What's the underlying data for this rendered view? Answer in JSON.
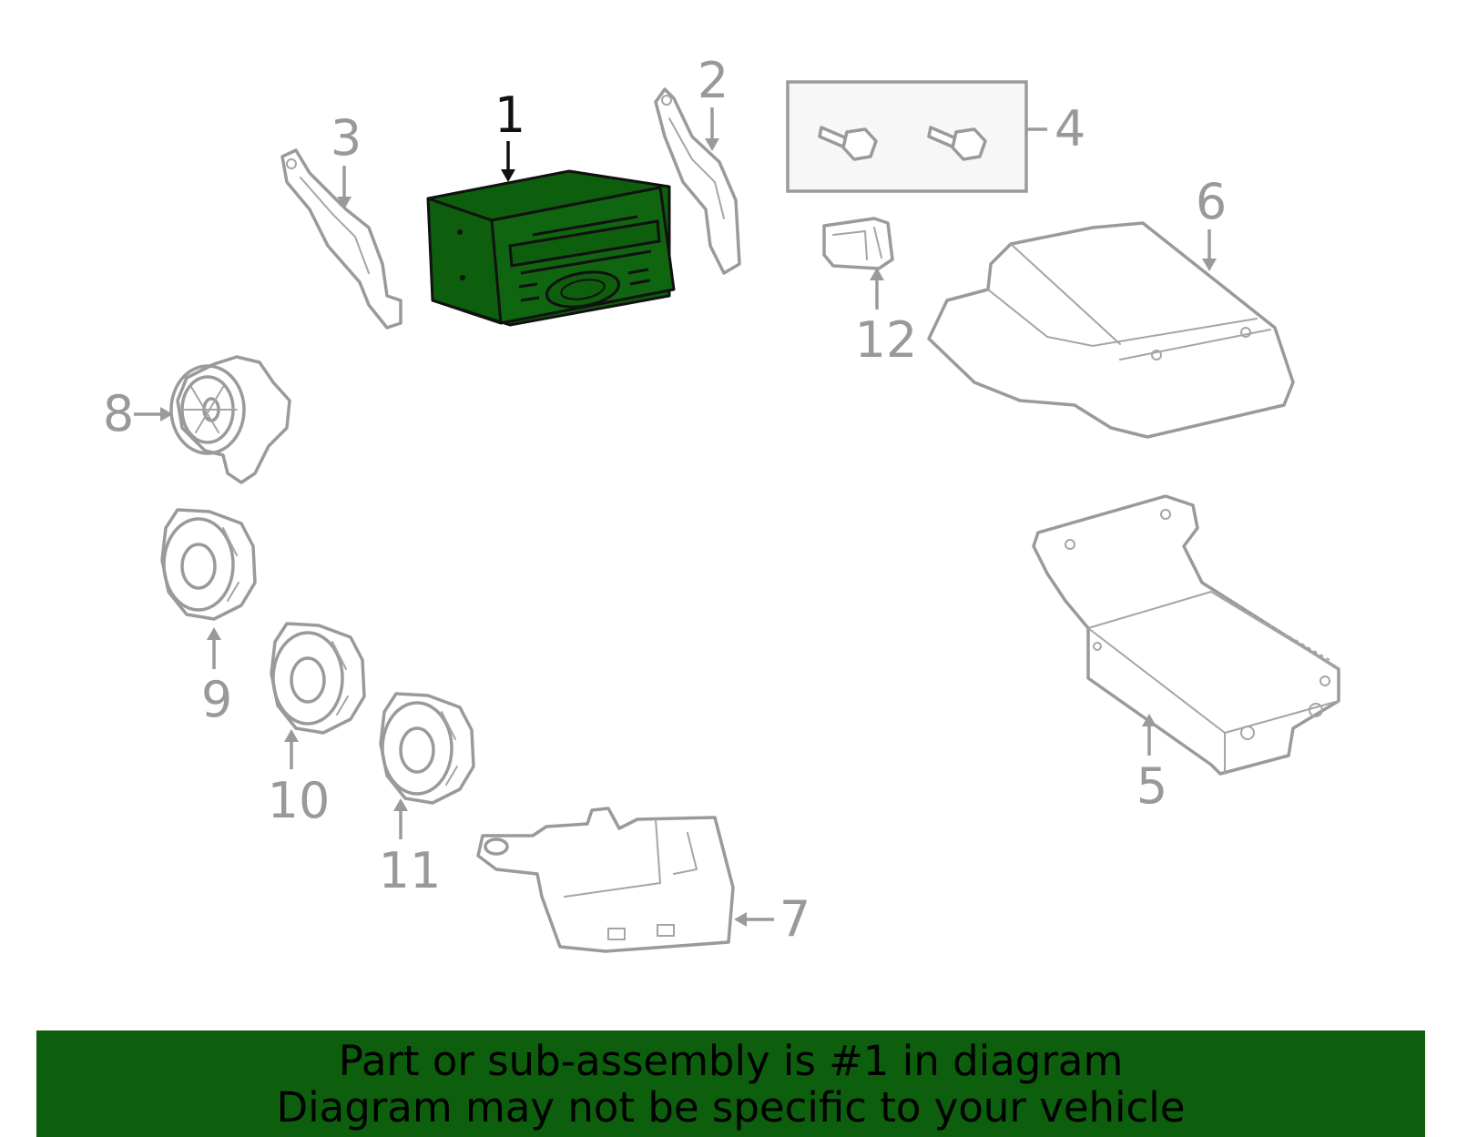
{
  "callouts": {
    "c1": "1",
    "c2": "2",
    "c3": "3",
    "c4": "4",
    "c5": "5",
    "c6": "6",
    "c7": "7",
    "c8": "8",
    "c9": "9",
    "c10": "10",
    "c11": "11",
    "c12": "12"
  },
  "banner": {
    "line1": "Part or sub-assembly is #1 in diagram",
    "line2": "Diagram may not be specific to your vehicle"
  },
  "colors": {
    "highlight_part": "#0d5e0d",
    "banner_background": "#0d5e0d",
    "part_outline": "#9a9a9a",
    "callout_text": "#999999",
    "active_callout": "#111111"
  },
  "highlighted_part": "1"
}
